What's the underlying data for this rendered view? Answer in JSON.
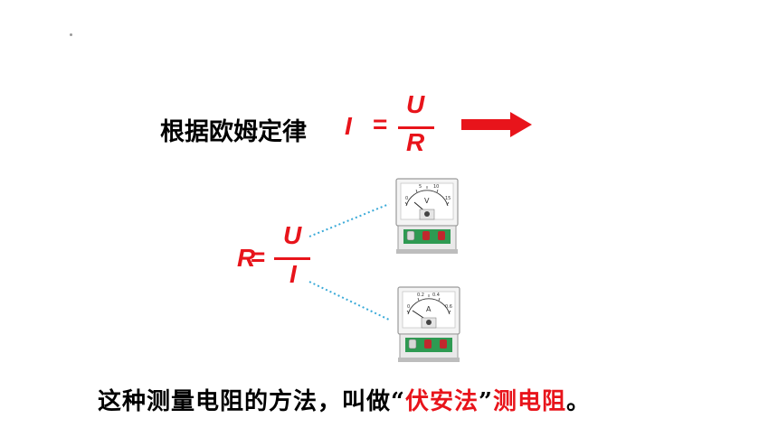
{
  "law": {
    "label": "根据欧姆定律",
    "I": "I",
    "eq": "=",
    "U": "U",
    "R": "R"
  },
  "derived": {
    "R": "R",
    "eq": "=",
    "U": "U",
    "I": "I"
  },
  "voltmeter": {
    "symbol": "V",
    "scale": [
      "0",
      "5",
      "10",
      "15"
    ]
  },
  "ammeter": {
    "symbol": "A",
    "scale": [
      "0",
      "0.2",
      "0.4",
      "0.6"
    ]
  },
  "caption": {
    "part1": "这种测量电阻的方法，叫做",
    "open_quote": "“",
    "method": "伏安法",
    "close_quote": "”",
    "part2": "测电阻",
    "end": "。"
  },
  "colors": {
    "accent": "#e8141b",
    "text": "#000000",
    "dotted": "#3aaad8"
  }
}
